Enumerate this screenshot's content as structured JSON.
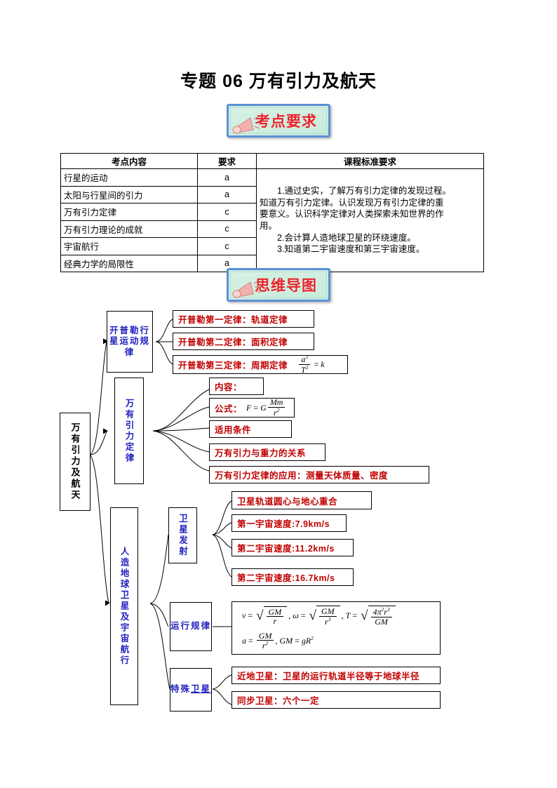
{
  "document": {
    "title": "专题 06 万有引力及航天"
  },
  "sections": [
    {
      "badge_label": "考点要求",
      "icon": "megaphone-icon"
    },
    {
      "badge_label": "思维导图",
      "icon": "megaphone-icon"
    }
  ],
  "requirements_table": {
    "headers": [
      "考点内容",
      "要求",
      "课程标准要求"
    ],
    "rows": [
      {
        "topic": "行星的运动",
        "level": "a"
      },
      {
        "topic": "太阳与行星间的引力",
        "level": "a"
      },
      {
        "topic": "万有引力定律",
        "level": "c"
      },
      {
        "topic": "万有引力理论的成就",
        "level": "c"
      },
      {
        "topic": "宇宙航行",
        "level": "c"
      },
      {
        "topic": "经典力学的局限性",
        "level": "a"
      }
    ],
    "standard": {
      "p1": "1.通过史实，了解万有引力定律的发现过程。",
      "p1b": "知道万有引力定律。认识发现万有引力定律的重",
      "p1c": "要意义。认识科学定律对人类探索未知世界的作",
      "p1d": "用。",
      "p2": "2.会计算人造地球卫星的环绕速度。",
      "p3": "3.知道第二宇宙速度和第三宇宙速度。"
    }
  },
  "mindmap": {
    "root": "万有引力及航天",
    "branches": [
      {
        "label": "开普勒行星运动规律",
        "children": [
          {
            "text": "开普勒第一定律：轨道定律"
          },
          {
            "text": "开普勒第二定律：面积定律"
          },
          {
            "text": "开普勒第三定律：周期定律",
            "formula": "a³/T² = k"
          }
        ]
      },
      {
        "label": "万有引力定律",
        "children": [
          {
            "text": "内容："
          },
          {
            "text": "公式：",
            "formula": "F = G Mm/r²"
          },
          {
            "text": "适用条件"
          },
          {
            "text": "万有引力与重力的关系"
          },
          {
            "text": "万有引力定律的应用：测量天体质量、密度"
          }
        ]
      },
      {
        "label": "人造地球卫星及宇宙航行",
        "groups": [
          {
            "label": "卫星发射",
            "children": [
              {
                "text": "卫星轨道圆心与地心重合"
              },
              {
                "text": "第一宇宙速度:7.9km/s"
              },
              {
                "text": "第二宇宙速度:11.2km/s"
              },
              {
                "text": "第二宇宙速度:16.7km/s"
              }
            ]
          },
          {
            "label": "运行规律",
            "formulas": [
              "v = √(GM/r), ω = √(GM/r³), T = √(4π²r³/GM)",
              "a = GM/r², GM = gR²"
            ]
          },
          {
            "label": "特殊卫星",
            "children": [
              {
                "text": "近地卫星：卫星的运行轨道半径等于地球半径"
              },
              {
                "text": "同步卫星：六个一定"
              }
            ]
          }
        ]
      }
    ]
  },
  "colors": {
    "red_text": "#c00000",
    "blue_text": "#1f1fbf",
    "badge_text": "#e8232a",
    "badge_border": "#5a8fd6",
    "badge_bg": "#cfeee0"
  }
}
